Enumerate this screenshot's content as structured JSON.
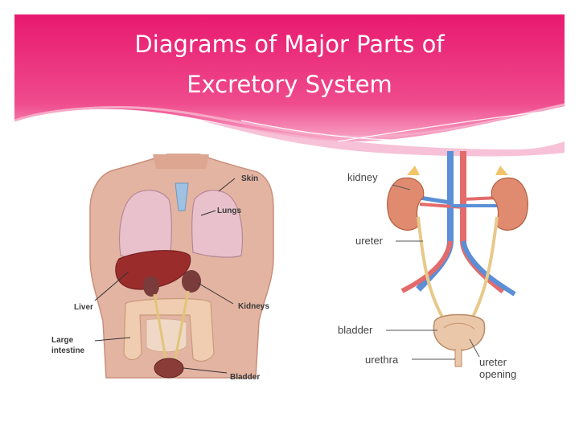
{
  "slide": {
    "title_line1": "Diagrams of Major Parts of",
    "title_line2": "Excretory System"
  },
  "diagram1": {
    "labels": {
      "skin": "Skin",
      "lungs": "Lungs",
      "liver": "Liver",
      "kidneys": "Kidneys",
      "large_intestine_1": "Large",
      "large_intestine_2": "intestine",
      "bladder": "Bladder"
    }
  },
  "diagram2": {
    "labels": {
      "kidney": "kidney",
      "ureter": "ureter",
      "bladder": "bladder",
      "urethra": "urethra",
      "ureter_opening_1": "ureter",
      "ureter_opening_2": "opening"
    }
  },
  "colors": {
    "header_pink": "#e8196f",
    "header_light": "#f37db0",
    "skin_tone": "#e3b4a2",
    "kidney": "#e08a70",
    "artery": "#e36b6b",
    "vein": "#5b8fd6",
    "liver": "#9b2c2c"
  }
}
